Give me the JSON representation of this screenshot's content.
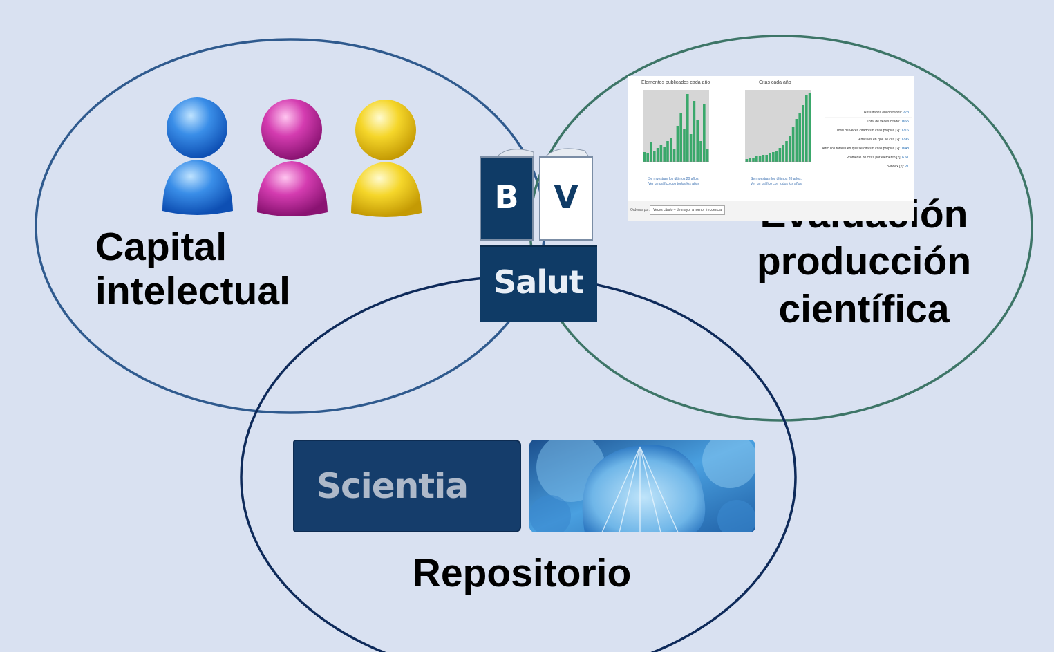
{
  "diagram": {
    "labels": {
      "capital": [
        "Capital",
        "intelectual"
      ],
      "evaluacion": [
        "Evaluación",
        "producción",
        "científica"
      ],
      "repositorio": "Repositorio"
    },
    "logo": {
      "b": "B",
      "v": "V",
      "salut": "Salut"
    },
    "scientia": {
      "text": "Scientia"
    },
    "metrics": {
      "chart1_title": "Elementos publicados cada año",
      "chart2_title": "Citas cada año",
      "stats": [
        {
          "label": "Resultados encontrados:",
          "value": "273"
        },
        {
          "label": "Total de veces citado:",
          "value": "1665"
        },
        {
          "label": "Total de veces citado sin citas propias [?]:",
          "value": "1716"
        },
        {
          "label": "Artículos en que se cita [?]:",
          "value": "1796"
        },
        {
          "label": "Artículos totales en que se cita sin citas propias [?]:",
          "value": "1648"
        },
        {
          "label": "Promedio de citas por elemento [?]:",
          "value": "6.61"
        },
        {
          "label": "h-índex [?]:",
          "value": "21"
        }
      ],
      "foot1": [
        "Se muestran los últimos 20 años.",
        "Ver un gráfico con todos los años"
      ],
      "foot2": [
        "Se muestran los últimos 20 años.",
        "Ver un gráfico con todos los años"
      ],
      "sort_label": "Ordenar por:",
      "sort_value": "Veces citado – de mayor a menor frecuencia"
    },
    "colors": {
      "background": "#d9e1f1",
      "circle_capital": "#2f5a8e",
      "circle_evaluacion": "#3d7567",
      "circle_repositorio": "#0e2a5a",
      "logo_navy": "#0f3b66",
      "bar_green": "#3aa86b"
    },
    "icons": [
      "user-blue-icon",
      "user-magenta-icon",
      "user-yellow-icon"
    ]
  }
}
